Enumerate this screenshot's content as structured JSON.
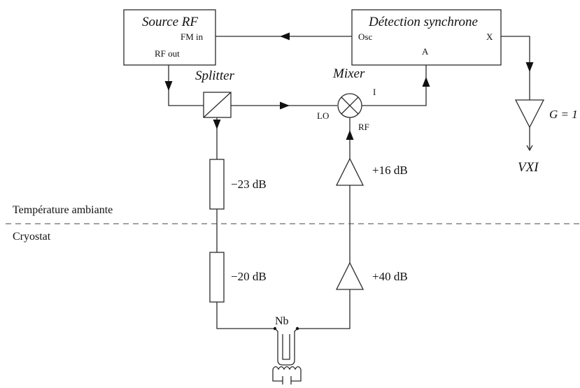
{
  "blocks": {
    "source_rf": {
      "title": "Source RF",
      "port_fm_in": "FM in",
      "port_rf_out": "RF out"
    },
    "detection": {
      "title": "Détection synchrone",
      "port_osc": "Osc",
      "port_x": "X",
      "port_a": "A"
    },
    "splitter": {
      "title": "Splitter"
    },
    "mixer": {
      "title": "Mixer",
      "port_lo": "LO",
      "port_rf": "RF",
      "port_i": "I"
    },
    "output_buffer": {
      "gain_label": "G = 1",
      "destination": "VXI"
    }
  },
  "components": {
    "attenuator_top": "−23 dB",
    "attenuator_bottom": "−20 dB",
    "amplifier_top": "+16 dB",
    "amplifier_bottom": "+40 dB",
    "sample": "Nb"
  },
  "zones": {
    "room_temperature": "Température ambiante",
    "cryostat": "Cryostat"
  }
}
